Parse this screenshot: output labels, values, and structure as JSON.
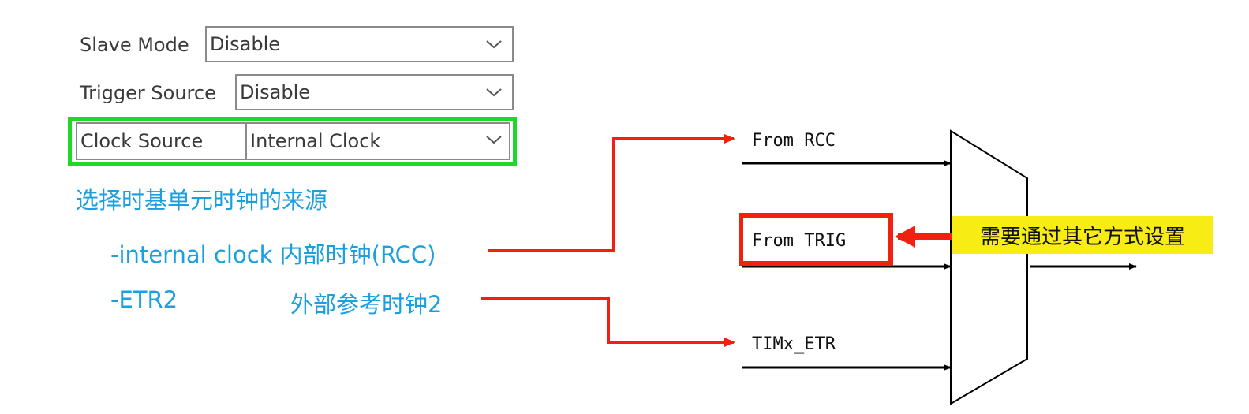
{
  "form": {
    "slave_mode": {
      "label": "Slave Mode",
      "value": "Disable"
    },
    "trigger_source": {
      "label": "Trigger Source",
      "value": "Disable"
    },
    "clock_source": {
      "label": "Clock Source",
      "value": "Internal Clock"
    }
  },
  "explanation": {
    "heading": "选择时基单元时钟的来源",
    "line1": "-internal clock 内部时钟(RCC)",
    "line2_left": "-ETR2",
    "line2_right": "外部参考时钟2"
  },
  "mux": {
    "inputs": [
      "From RCC",
      "From TRIG",
      "TIMx_ETR"
    ]
  },
  "note": "需要通过其它方式设置",
  "colors": {
    "highlight_green": "#1fd82a",
    "arrow_red": "#f2200e",
    "text_blue": "#1a9fe0",
    "note_yellow": "#f7ec14"
  }
}
